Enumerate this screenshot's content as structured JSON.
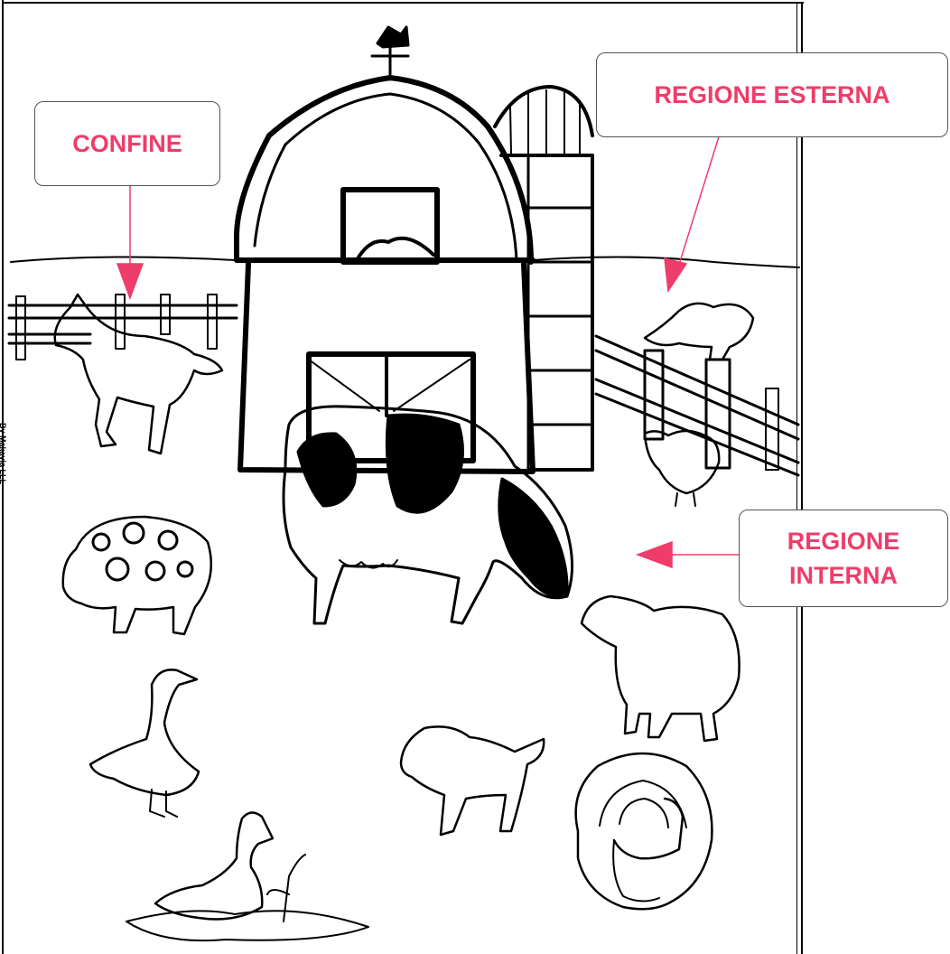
{
  "callouts": {
    "confine": "CONFINE",
    "regione_esterna": "REGIONE ESTERNA",
    "regione_interna_line1": "REGIONE",
    "regione_interna_line2": "INTERNA"
  },
  "credit": "By Makayla LLL",
  "colors": {
    "label_text": "#ee3d6a",
    "arrow": "#ee3d6a",
    "drawing": "#000000"
  },
  "illustration": {
    "subject": "farm scene coloring page",
    "elements": [
      "barn-icon",
      "silo-icon",
      "fence-icon",
      "horse-icon",
      "cow-icon",
      "pig-icon",
      "goose-icon",
      "duck-icon",
      "dog-icon",
      "sheep-icon",
      "turkey-icon",
      "hen-icon",
      "rooster-icon",
      "weathervane-icon"
    ]
  }
}
